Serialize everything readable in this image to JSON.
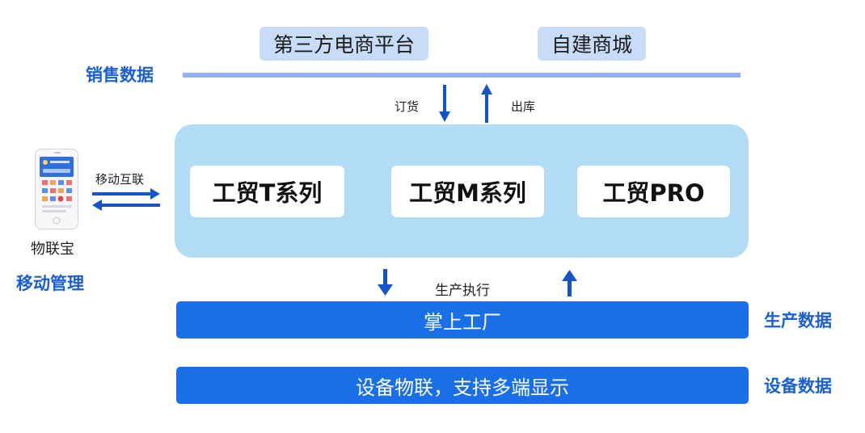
{
  "channels": {
    "third_party": "第三方电商平台",
    "own_mall": "自建商城"
  },
  "labels": {
    "sales_data": "销售数据",
    "order": "订货",
    "outbound": "出库",
    "mobile_internet": "移动互联",
    "app_name": "物联宝",
    "mobile_management": "移动管理",
    "production_execution": "生产执行",
    "production_data": "生产数据",
    "device_data": "设备数据"
  },
  "products": [
    "工贸T系列",
    "工贸M系列",
    "工贸PRO"
  ],
  "bars": {
    "factory": "掌上工厂",
    "device_iot": "设备物联，支持多端显示"
  },
  "colors": {
    "accent_blue": "#1a6fe6",
    "label_blue": "#1a5fd4",
    "arrow_blue": "#1553c9",
    "platform_box": "#c9dcf7",
    "core_panel": "#b2dcf6",
    "sales_line": "#8fb3f5"
  }
}
